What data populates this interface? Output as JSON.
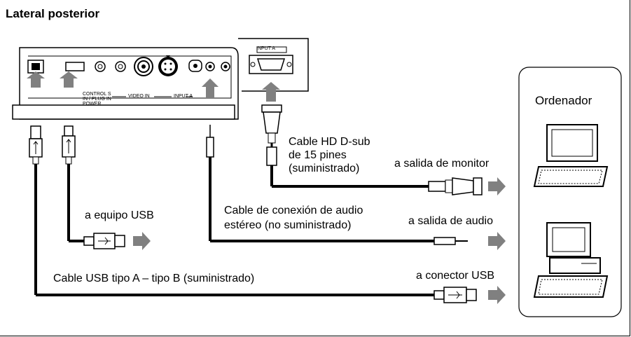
{
  "title": "Lateral posterior",
  "projector": {
    "input_a_label": "INPUT A",
    "control_s_label": "CONTROL S",
    "plug_in_label": "IN / PLUG IN",
    "power_label": "POWER",
    "video_in_label": "VIDEO IN",
    "input_a_small": "INPUT A"
  },
  "computer_label": "Ordenador",
  "labels": {
    "hd_cable_1": "Cable HD D-sub",
    "hd_cable_2": "de 15 pines",
    "hd_cable_3": "(suministrado)",
    "monitor_out": "a salida de monitor",
    "usb_device": "a equipo USB",
    "audio_cable_1": "Cable de conexión de audio",
    "audio_cable_2": "estéreo (no suministrado)",
    "audio_out": "a salida de audio",
    "usb_cable": "Cable USB tipo A – tipo B (suministrado)",
    "usb_connector": "a conector USB"
  }
}
